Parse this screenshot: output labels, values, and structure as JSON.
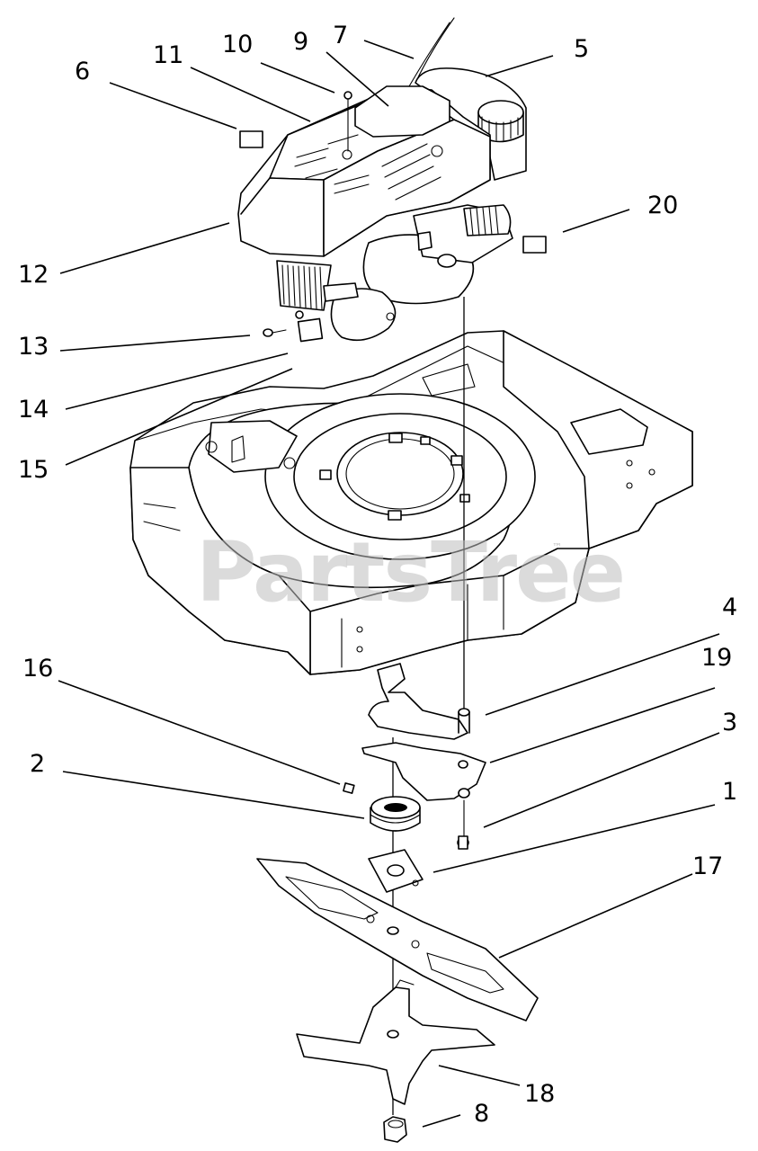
{
  "watermark": {
    "text": "PartsTree",
    "mark": "™"
  },
  "callouts": {
    "c1": "1",
    "c2": "2",
    "c3": "3",
    "c4": "4",
    "c5": "5",
    "c6": "6",
    "c7": "7",
    "c8": "8",
    "c9": "9",
    "c10": "10",
    "c11": "11",
    "c12": "12",
    "c13": "13",
    "c14": "14",
    "c15": "15",
    "c16": "16",
    "c17": "17",
    "c18": "18",
    "c19": "19",
    "c20": "20"
  }
}
